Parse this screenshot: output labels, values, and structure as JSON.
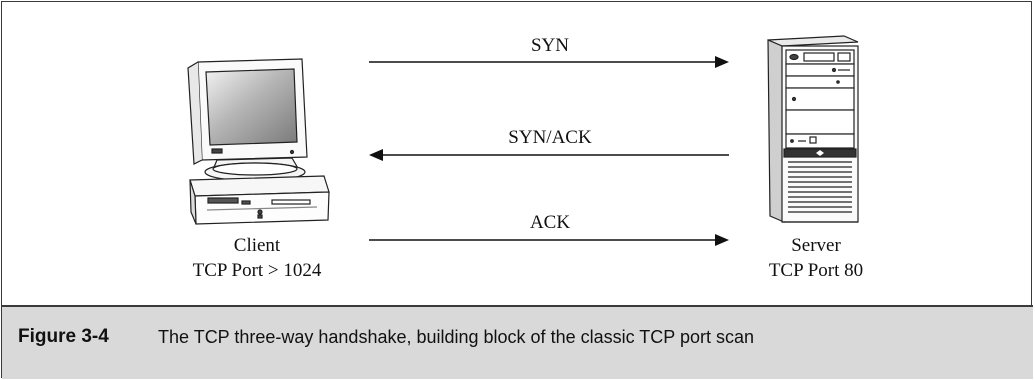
{
  "diagram": {
    "messages": [
      {
        "label": "SYN",
        "direction": "right"
      },
      {
        "label": "SYN/ACK",
        "direction": "left"
      },
      {
        "label": "ACK",
        "direction": "right"
      }
    ],
    "client": {
      "name": "Client",
      "port": "TCP Port > 1024",
      "icon": "desktop-computer-icon"
    },
    "server": {
      "name": "Server",
      "port": "TCP Port 80",
      "icon": "tower-server-icon"
    }
  },
  "caption": {
    "number": "Figure 3-4",
    "text": "The TCP three-way handshake, building block of the classic TCP port scan"
  }
}
